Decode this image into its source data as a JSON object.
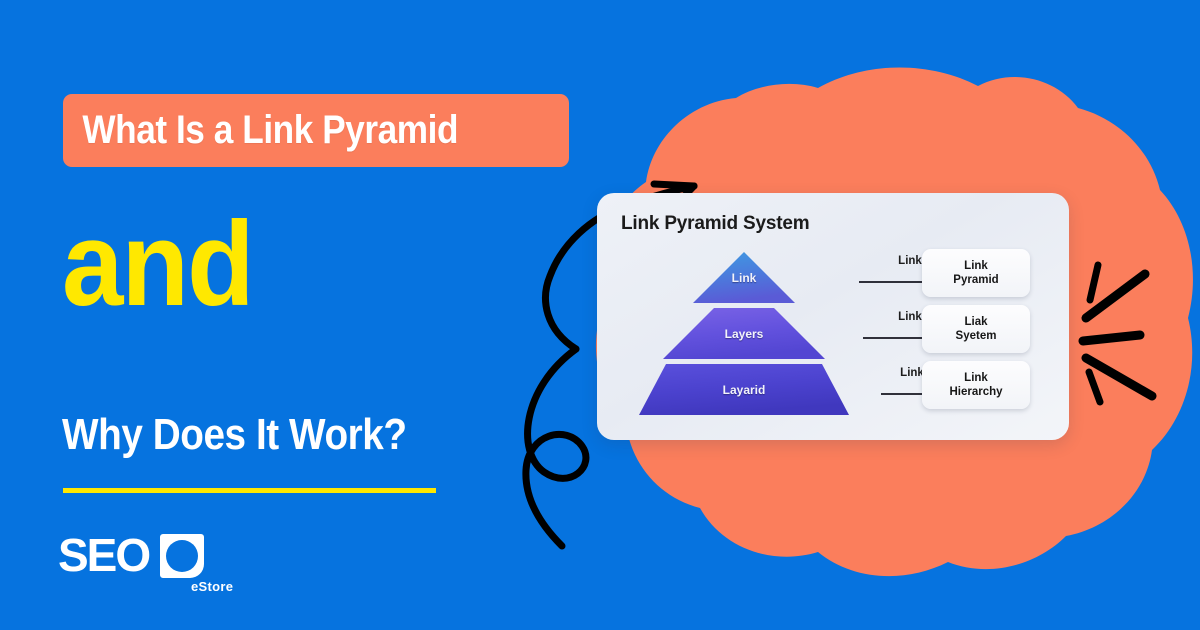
{
  "colors": {
    "background_blue": "#0673DF",
    "accent_coral": "#FB7E5C",
    "accent_yellow": "#FFE800",
    "white": "#FFFFFF",
    "doodle_black": "#000000",
    "card_background": "#EEF1F7",
    "pyramid_top": "#4A9FE0",
    "pyramid_mid": "#6A57DC",
    "pyramid_bottom": "#4A42C8"
  },
  "headline": {
    "line1": "What Is a Link Pyramid",
    "line2": "and",
    "line3": "Why Does It Work?"
  },
  "logo": {
    "wordmark": "SEO",
    "suffix": "eStore",
    "mark_icon": "seo-circle-mark-icon"
  },
  "graphic": {
    "blob_icon": "coral-blob-shape",
    "doodle_arrow_icon": "curly-arrow-doodle-icon",
    "burst_icon": "burst-lines-doodle-icon"
  },
  "diagram": {
    "title": "Link Pyramid System",
    "pyramid_layers": [
      {
        "label": "Link",
        "shape": "triangle"
      },
      {
        "label": "Layers",
        "shape": "trapezoid"
      },
      {
        "label": "Layarid",
        "shape": "trapezoid"
      }
    ],
    "arrows": [
      {
        "label": "Link"
      },
      {
        "label": "Link"
      },
      {
        "label": "Link"
      }
    ],
    "result_boxes": [
      {
        "line1": "Link",
        "line2": "Pyramid"
      },
      {
        "line1": "Liak",
        "line2": "Syetem"
      },
      {
        "line1": "Link",
        "line2": "Hierarchy"
      }
    ]
  }
}
